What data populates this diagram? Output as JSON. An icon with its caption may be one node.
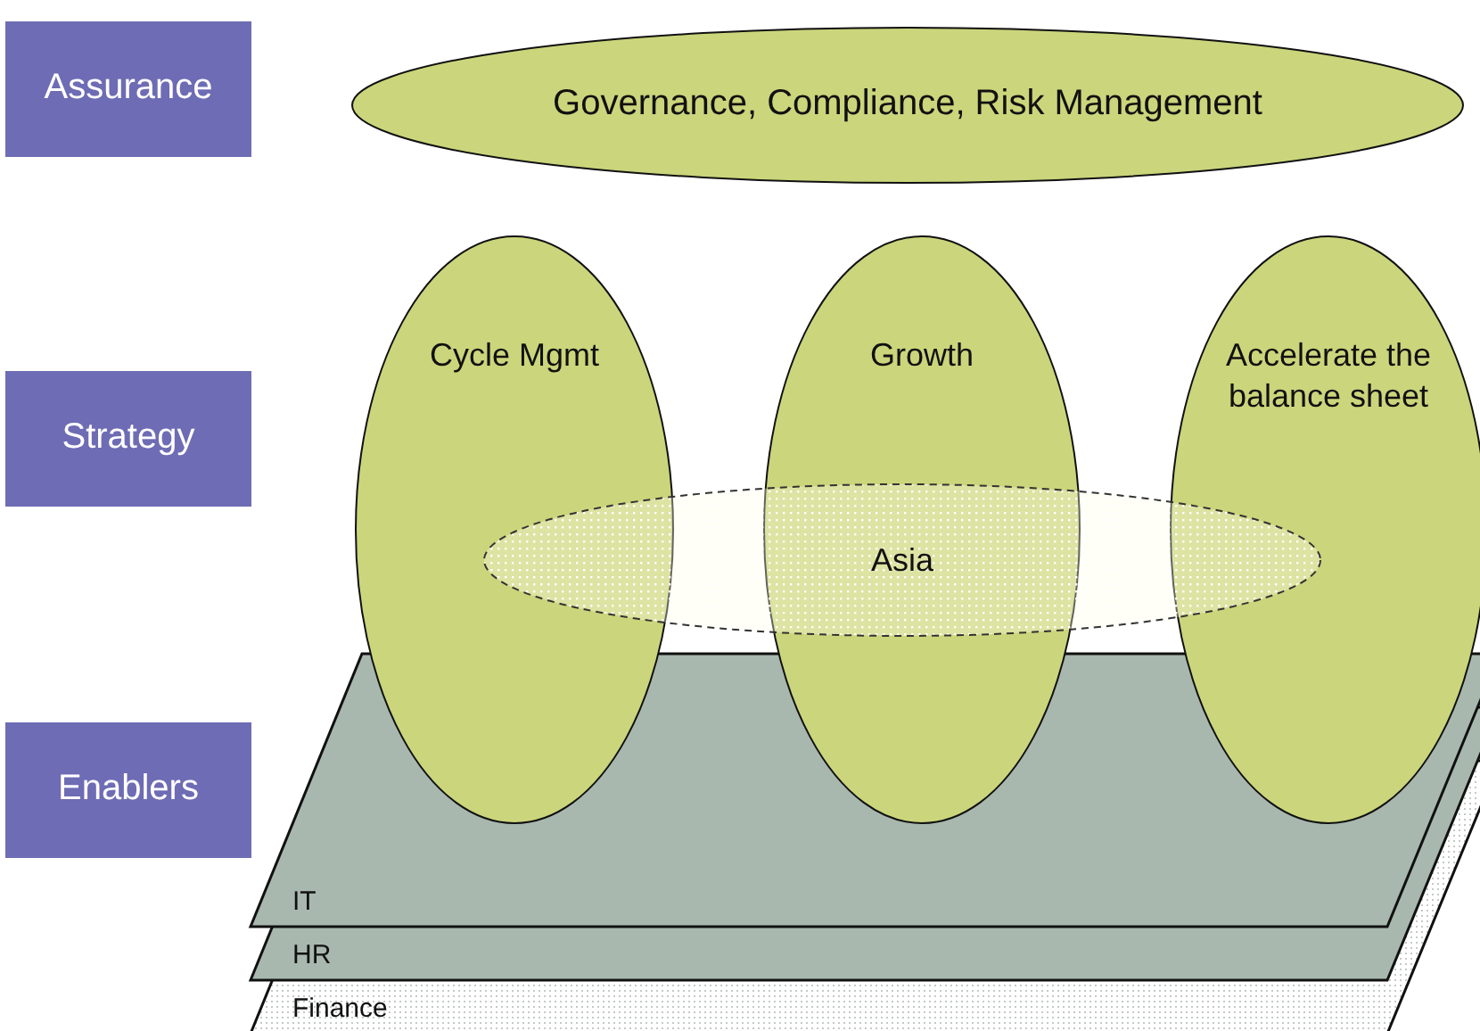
{
  "diagram": {
    "nodes": [
      {
        "text": [
          "Assurance"
        ]
      },
      {
        "text": [
          "Governance, Compliance, Risk Management"
        ]
      },
      {
        "text": [
          "Strategy"
        ]
      },
      {
        "text": [
          "Cycle Mgmt"
        ]
      },
      {
        "text": [
          "Growth"
        ]
      },
      {
        "text": [
          "Accelerate the balance sheet"
        ]
      },
      {
        "text": [
          "Asia"
        ]
      },
      {
        "text": [
          "Enablers"
        ]
      },
      {
        "text": [
          "IT"
        ]
      },
      {
        "text": [
          "HR"
        ]
      },
      {
        "text": [
          "Finance"
        ]
      }
    ]
  }
}
